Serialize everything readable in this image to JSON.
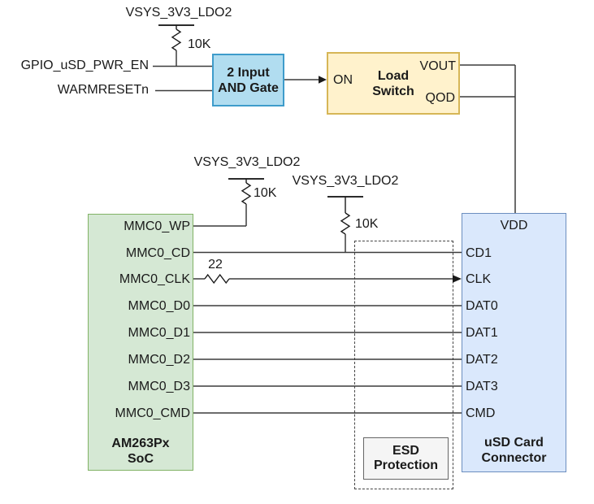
{
  "colors": {
    "and_gate_fill": "#B1DDF0",
    "and_gate_stroke": "#3E9CCB",
    "load_switch_fill": "#FFF2CC",
    "load_switch_stroke": "#D6B656",
    "soc_fill": "#D5E8D4",
    "soc_stroke": "#82B366",
    "connector_fill": "#DAE8FC",
    "connector_stroke": "#6C8EBF",
    "esd_fill": "#F5F5F5",
    "esd_stroke": "#666666",
    "wire": "#3C3C3C"
  },
  "power_rails": [
    {
      "label": "VSYS_3V3_LDO2",
      "resistor": "10K"
    },
    {
      "label": "VSYS_3V3_LDO2",
      "resistor": "10K"
    },
    {
      "label": "VSYS_3V3_LDO2",
      "resistor": "10K"
    }
  ],
  "nets": {
    "gpio_enable": "GPIO_uSD_PWR_EN",
    "warm_reset": "WARMRESETn"
  },
  "series_resistor": {
    "value": "22"
  },
  "and_gate": {
    "line1": "2 Input",
    "line2": "AND Gate"
  },
  "load_switch": {
    "title1": "Load",
    "title2": "Switch",
    "pin_on": "ON",
    "pin_vout": "VOUT",
    "pin_qod": "QOD"
  },
  "soc": {
    "title1": "AM263Px",
    "title2": "SoC",
    "pins": [
      "MMC0_WP",
      "MMC0_CD",
      "MMC0_CLK",
      "MMC0_D0",
      "MMC0_D1",
      "MMC0_D2",
      "MMC0_D3",
      "MMC0_CMD"
    ]
  },
  "connector": {
    "title1": "uSD Card",
    "title2": "Connector",
    "pin_vdd": "VDD",
    "pins": [
      "CD1",
      "CLK",
      "DAT0",
      "DAT1",
      "DAT2",
      "DAT3",
      "CMD"
    ]
  },
  "esd": {
    "title1": "ESD",
    "title2": "Protection"
  }
}
